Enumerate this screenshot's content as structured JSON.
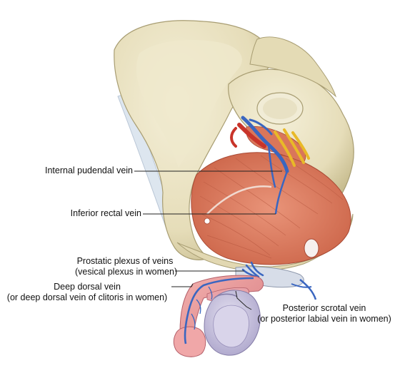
{
  "labels": {
    "internal_pudendal": "Internal pudendal vein",
    "inferior_rectal": "Inferior rectal vein",
    "prostatic_plexus_1": "Prostatic plexus of veins",
    "prostatic_plexus_2": "(vesical plexus in women)",
    "deep_dorsal_1": "Deep dorsal vein",
    "deep_dorsal_2": "(or deep dorsal vein of clitoris in women)",
    "posterior_scrotal_1": "Posterior scrotal vein",
    "posterior_scrotal_2": "(or posterior labial vein in women)"
  },
  "colors": {
    "bone": "#e9e2c3",
    "bone_shadow": "#c9bf95",
    "muscle": "#dd7f62",
    "muscle_dark": "#c1573f",
    "vein": "#3f6fc7",
    "artery": "#d03a2c",
    "nerve": "#f0c23a",
    "skin": "#e79a9b",
    "scrotum": "#cbc5e0",
    "ligament": "#d9e3ee"
  }
}
